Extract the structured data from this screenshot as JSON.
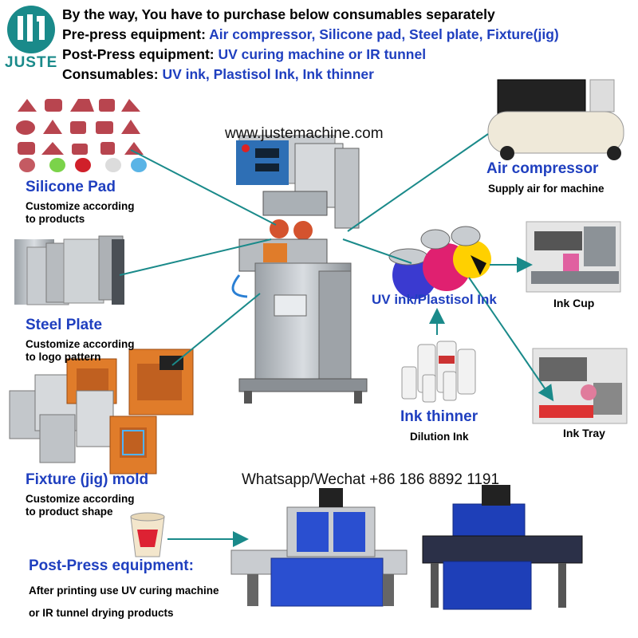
{
  "brand": {
    "name": "JUSTE",
    "color": "#1a8a8a"
  },
  "colors": {
    "accent": "#1f3fbf",
    "arrow": "#1a8a8a"
  },
  "header": {
    "line1": "By the way, You have to purchase below consumables separately",
    "line2_label": "Pre-press equipment: ",
    "line2_value": "Air compressor, Silicone pad, Steel plate, Fixture(jig)",
    "line3_label": "Post-Press equipment: ",
    "line3_value": "UV curing machine or IR tunnel",
    "line4_label": "Consumables: ",
    "line4_value": "UV ink, Plastisol Ink, Ink thinner"
  },
  "website": "www.justemachine.com",
  "contact": "Whatsapp/Wechat +86 186 8892 1191",
  "items": {
    "silicone_pad": {
      "title": "Silicone Pad",
      "desc1": "Customize according",
      "desc2": "to products"
    },
    "steel_plate": {
      "title": "Steel Plate",
      "desc1": "Customize according",
      "desc2": "to logo pattern"
    },
    "fixture": {
      "title": "Fixture (jig) mold",
      "desc1": "Customize according",
      "desc2": "to product shape"
    },
    "air_compressor": {
      "title": "Air compressor",
      "desc": "Supply air for machine"
    },
    "uv_ink": {
      "title": "UV ink/Plastisol Ink"
    },
    "ink_thinner": {
      "title": "Ink thinner",
      "desc": "Dilution Ink"
    },
    "ink_cup": {
      "title": "Ink Cup"
    },
    "ink_tray": {
      "title": "Ink Tray"
    },
    "post_press": {
      "title": "Post-Press equipment:",
      "desc1": "After printing use UV curing machine",
      "desc2": "or IR tunnel drying products"
    }
  }
}
